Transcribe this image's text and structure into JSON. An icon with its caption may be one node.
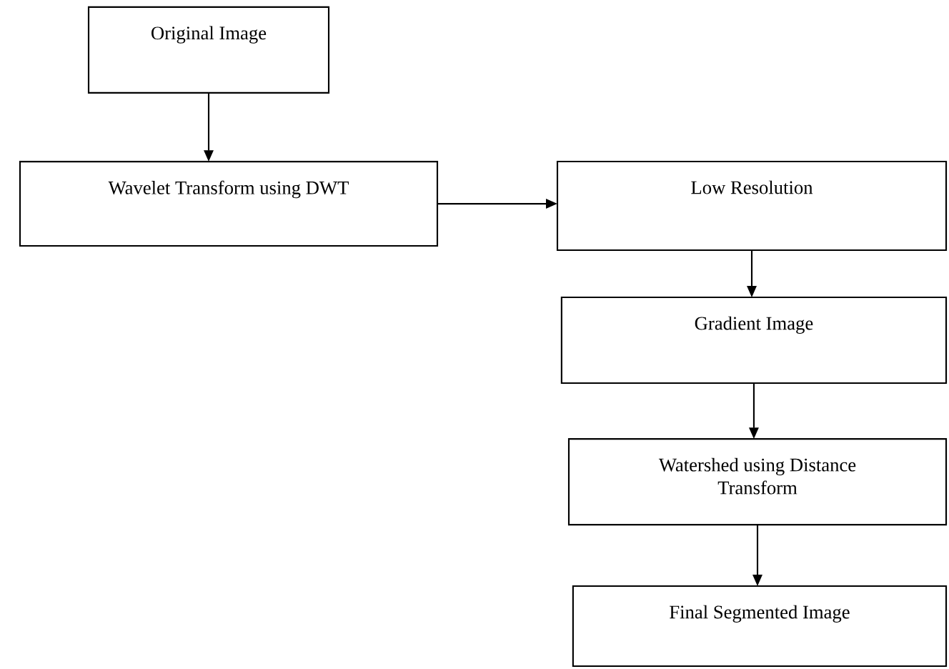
{
  "diagram": {
    "nodes": [
      {
        "text": [
          "Original Image"
        ]
      },
      {
        "text": [
          "Wavelet Transform using DWT"
        ]
      },
      {
        "text": [
          "Low Resolution"
        ]
      },
      {
        "text": [
          "Gradient Image"
        ]
      },
      {
        "text": [
          "Watershed using Distance Transform"
        ]
      },
      {
        "text": [
          "Final Segmented Image"
        ]
      }
    ],
    "edges": [
      {
        "from": 0,
        "to": 1,
        "arrow": "to"
      },
      {
        "from": 1,
        "to": 2,
        "arrow": "to"
      },
      {
        "from": 2,
        "to": 3,
        "arrow": "to"
      },
      {
        "from": 3,
        "to": 4,
        "arrow": "to"
      },
      {
        "from": 4,
        "to": 5,
        "arrow": "to"
      }
    ]
  }
}
